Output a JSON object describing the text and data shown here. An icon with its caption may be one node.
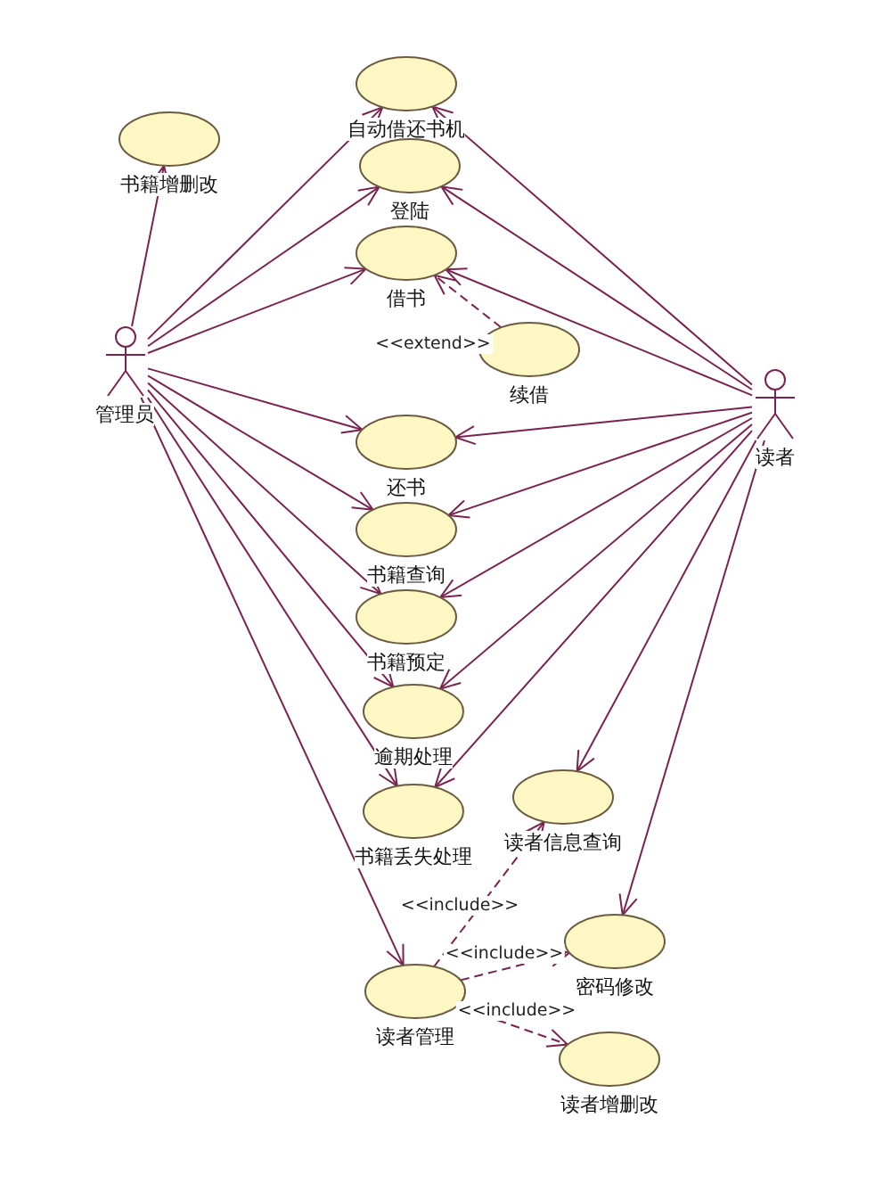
{
  "diagram": {
    "nodes": [
      {
        "text": [
          "管理员"
        ]
      },
      {
        "text": [
          "读者"
        ]
      },
      {
        "text": [
          "书籍增删改"
        ]
      },
      {
        "text": [
          "自动借还书机"
        ]
      },
      {
        "text": [
          "登陆"
        ]
      },
      {
        "text": [
          "借书"
        ]
      },
      {
        "text": [
          "续借"
        ]
      },
      {
        "text": [
          "还书"
        ]
      },
      {
        "text": [
          "书籍查询"
        ]
      },
      {
        "text": [
          "书籍预定"
        ]
      },
      {
        "text": [
          "逾期处理"
        ]
      },
      {
        "text": [
          "书籍丢失处理"
        ]
      },
      {
        "text": [
          "读者信息查询"
        ]
      },
      {
        "text": [
          "密码修改"
        ]
      },
      {
        "text": [
          "读者管理"
        ]
      },
      {
        "text": [
          "读者增删改"
        ]
      }
    ],
    "edges": [
      {
        "from": 0,
        "to": 2,
        "arrow": "to"
      },
      {
        "from": 0,
        "to": 3,
        "arrow": "to"
      },
      {
        "from": 0,
        "to": 4,
        "arrow": "to"
      },
      {
        "from": 0,
        "to": 5,
        "arrow": "to"
      },
      {
        "from": 0,
        "to": 7,
        "arrow": "to"
      },
      {
        "from": 0,
        "to": 8,
        "arrow": "to"
      },
      {
        "from": 0,
        "to": 9,
        "arrow": "to"
      },
      {
        "from": 0,
        "to": 10,
        "arrow": "to"
      },
      {
        "from": 0,
        "to": 11,
        "arrow": "to"
      },
      {
        "from": 0,
        "to": 14,
        "arrow": "to"
      },
      {
        "from": 1,
        "to": 3,
        "arrow": "to"
      },
      {
        "from": 1,
        "to": 4,
        "arrow": "to"
      },
      {
        "from": 1,
        "to": 5,
        "arrow": "to"
      },
      {
        "from": 1,
        "to": 7,
        "arrow": "to"
      },
      {
        "from": 1,
        "to": 8,
        "arrow": "to"
      },
      {
        "from": 1,
        "to": 9,
        "arrow": "to"
      },
      {
        "from": 1,
        "to": 10,
        "arrow": "to"
      },
      {
        "from": 1,
        "to": 11,
        "arrow": "to"
      },
      {
        "from": 1,
        "to": 12,
        "arrow": "to"
      },
      {
        "from": 1,
        "to": 13,
        "arrow": "to"
      },
      {
        "from": 6,
        "to": 5,
        "arrow": "to",
        "label": "<<extend>>",
        "style": "dashed"
      },
      {
        "from": 14,
        "to": 12,
        "arrow": "to",
        "label": "<<include>>",
        "style": "dashed"
      },
      {
        "from": 14,
        "to": 13,
        "arrow": "to",
        "label": "<<include>>",
        "style": "dashed"
      },
      {
        "from": 14,
        "to": 15,
        "arrow": "to",
        "label": "<<include>>",
        "style": "dashed"
      }
    ]
  }
}
